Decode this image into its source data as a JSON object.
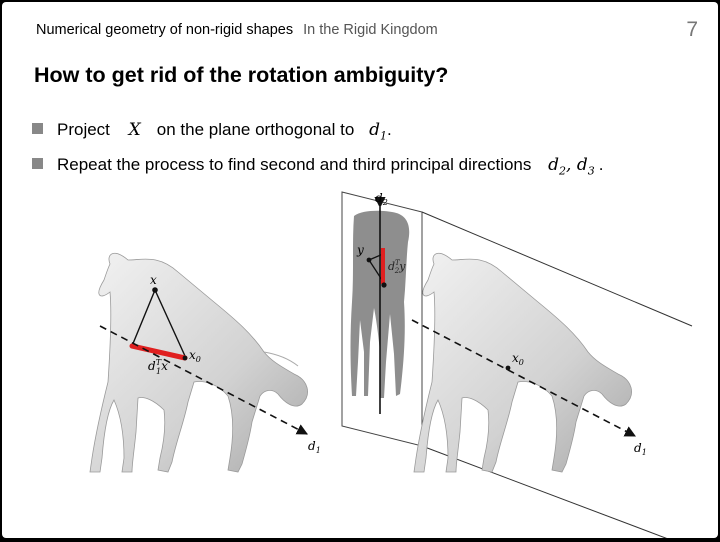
{
  "header": {
    "course": "Numerical geometry of non-rigid shapes",
    "section": "In the Rigid Kingdom",
    "page_number": "7"
  },
  "title": "How to get rid of the rotation ambiguity?",
  "bullets": [
    {
      "pre": "Project",
      "sym1": "X",
      "mid": "on the plane orthogonal to",
      "sym2": "d",
      "sym2_sub": "1",
      "post": "."
    },
    {
      "pre": "Repeat the process to find second and third principal directions",
      "sym1": "d",
      "sym1_sub": "2",
      "sep": ", ",
      "sym2": "d",
      "sym2_sub": "3",
      "post": "."
    }
  ],
  "figure": {
    "left": {
      "point_x": "x",
      "origin": "x",
      "origin_sub": "0",
      "proj_label": "d",
      "proj_sup": "T",
      "proj_sub": "1",
      "proj_var": "x",
      "axis": "d",
      "axis_sub": "1"
    },
    "plane": {
      "axis": "d",
      "axis_sub": "2",
      "point_y": "y",
      "proj_label": "d",
      "proj_sup": "T",
      "proj_sub": "2",
      "proj_var": "y"
    },
    "right": {
      "origin": "x",
      "origin_sub": "0",
      "axis": "d",
      "axis_sub": "1"
    },
    "colors": {
      "highlight": "#e02020",
      "horse": "#d6d6d6",
      "silhouette": "#8e8e8e",
      "axis": "#111111"
    }
  }
}
